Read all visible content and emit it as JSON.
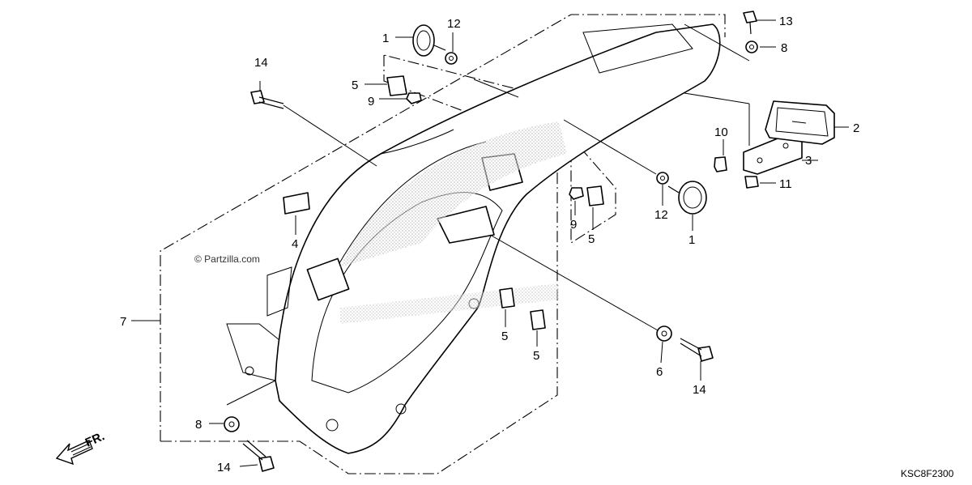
{
  "diagram": {
    "watermark": "© Partzilla.com",
    "drawing_code": "KSC8F2300",
    "direction_label": "FR.",
    "callouts": [
      {
        "id": "c1a",
        "label": "1"
      },
      {
        "id": "c12a",
        "label": "12"
      },
      {
        "id": "c13",
        "label": "13"
      },
      {
        "id": "c8a",
        "label": "8"
      },
      {
        "id": "c14a",
        "label": "14"
      },
      {
        "id": "c5a",
        "label": "5"
      },
      {
        "id": "c9a",
        "label": "9"
      },
      {
        "id": "c2",
        "label": "2"
      },
      {
        "id": "c10",
        "label": "10"
      },
      {
        "id": "c3",
        "label": "3"
      },
      {
        "id": "c11",
        "label": "11"
      },
      {
        "id": "c4",
        "label": "4"
      },
      {
        "id": "c9b",
        "label": "9"
      },
      {
        "id": "c12b",
        "label": "12"
      },
      {
        "id": "c5b",
        "label": "5"
      },
      {
        "id": "c1b",
        "label": "1"
      },
      {
        "id": "c7",
        "label": "7"
      },
      {
        "id": "c5c",
        "label": "5"
      },
      {
        "id": "c5d",
        "label": "5"
      },
      {
        "id": "c6",
        "label": "6"
      },
      {
        "id": "c14b",
        "label": "14"
      },
      {
        "id": "c8b",
        "label": "8"
      },
      {
        "id": "c14c",
        "label": "14"
      }
    ]
  }
}
